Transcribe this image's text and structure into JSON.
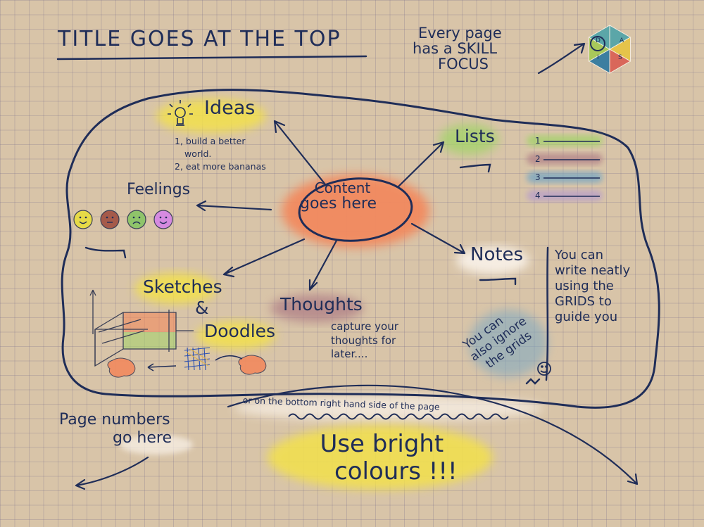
{
  "title": "TITLE GOES AT THE TOP",
  "skill_note": [
    "Every page",
    "has a SKILL",
    "FOCUS"
  ],
  "logo": {
    "letters": [
      "D",
      "A",
      "S",
      "I"
    ],
    "colors": [
      "#5ba6a8",
      "#e5c34a",
      "#d9675a",
      "#3c7ea0",
      "#a8c85a"
    ]
  },
  "center": {
    "line1": "Content",
    "line2": "goes here"
  },
  "ideas": {
    "heading": "Ideas",
    "items": [
      "1, build a better",
      "world.",
      "2, eat more bananas"
    ]
  },
  "feelings": {
    "heading": "Feelings",
    "face_colors": [
      "#e6da47",
      "#a55a4a",
      "#8fc46a",
      "#d58ae0"
    ]
  },
  "lists": {
    "heading": "Lists",
    "numbers": [
      "1",
      "2",
      "3",
      "4"
    ]
  },
  "notes": {
    "heading": "Notes"
  },
  "thoughts": {
    "heading": "Thoughts",
    "note": [
      "capture your",
      "thoughts for",
      "later...."
    ]
  },
  "sketches": {
    "line1": "Sketches",
    "line2": "&",
    "line3": "Doodles"
  },
  "grid_tip": [
    "You can",
    "write neatly",
    "using the",
    "GRIDS to",
    "guide you"
  ],
  "ignore_tip": [
    "You can",
    "also ignore",
    "the grids"
  ],
  "curve_note": "or on the bottom right hand side of the page",
  "page_numbers": [
    "Page numbers",
    "go here"
  ],
  "bright": [
    "Use bright",
    "colours !!!"
  ],
  "colors": {
    "ink": "#1f2d58",
    "yellow": "#f3e14b",
    "orange": "#f28a5e",
    "green": "#a7d26e",
    "mauve": "#b4868a",
    "white": "#f8f0e6",
    "blue": "#7aa7c2"
  }
}
